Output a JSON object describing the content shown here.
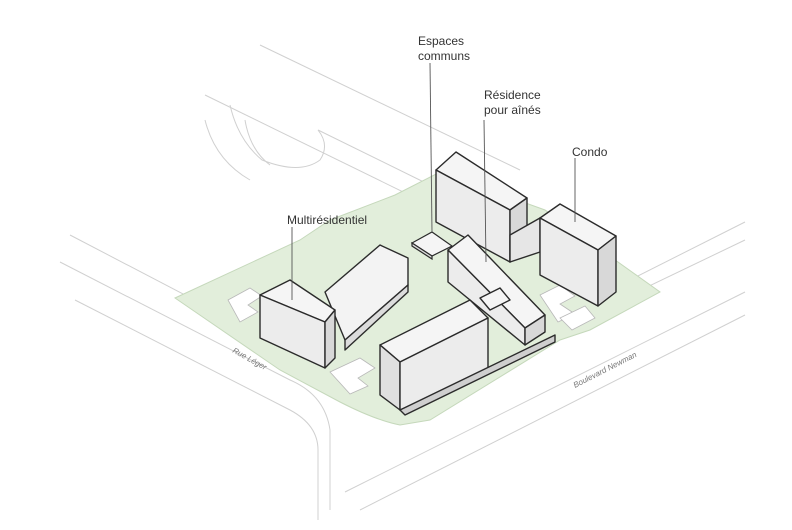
{
  "labels": {
    "espaces_line1": "Espaces",
    "espaces_line2": "communs",
    "residence_line1": "Résidence",
    "residence_line2": "pour aînés",
    "condo": "Condo",
    "multi": "Multirésidentiel"
  },
  "streets": {
    "rue_leger": "Rue Léger",
    "boulevard_newman": "Boulevard Newman"
  },
  "colors": {
    "green_space": "#e2eedb",
    "building_face": "#ececec",
    "building_top": "#f5f5f5",
    "outline": "#2b2b2b",
    "street_line": "#cfcfcf"
  }
}
